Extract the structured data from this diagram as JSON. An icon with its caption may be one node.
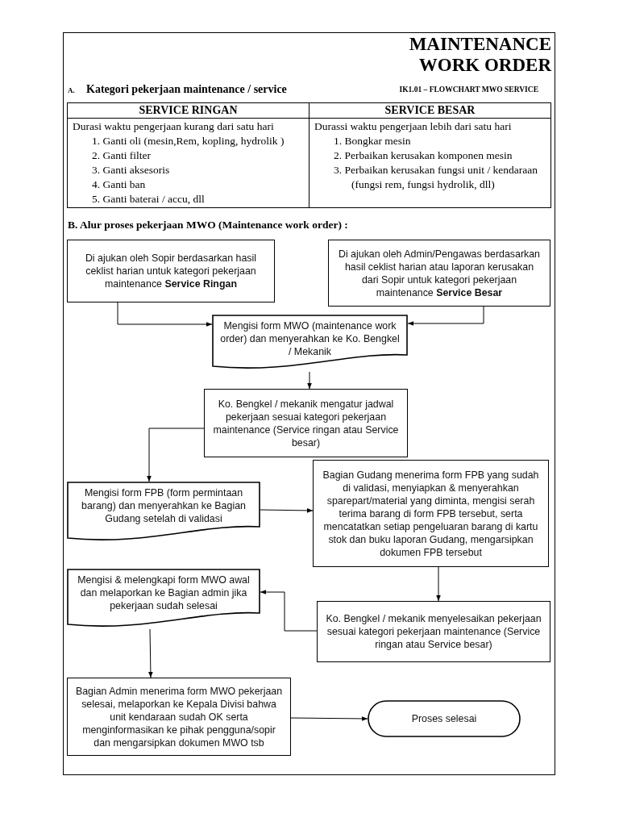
{
  "diagram": {
    "title": "MAINTENANCE WORK ORDER",
    "nodes": [
      {
        "text": [
          "Di ajukan oleh Sopir berdasarkan hasil ceklist harian untuk kategori pekerjaan maintenance **Service Ringan**"
        ]
      },
      {
        "text": [
          "Di ajukan oleh Admin/Pengawas berdasarkan hasil ceklist harian atau laporan kerusakan dari Sopir untuk kategori pekerjaan  maintenance **Service Besar**"
        ]
      },
      {
        "text": [
          "Mengisi form MWO (maintenance work order) dan menyerahkan ke Ko. Bengkel / Mekanik"
        ]
      },
      {
        "text": [
          "Ko. Bengkel / mekanik mengatur jadwal pekerjaan sesuai kategori pekerjaan maintenance (Service ringan atau Service besar)"
        ]
      },
      {
        "text": [
          "Mengisi form FPB (form permintaan barang) dan menyerahkan ke Bagian Gudang setelah di validasi"
        ]
      },
      {
        "text": [
          "Bagian Gudang menerima form FPB yang sudah di validasi, menyiapkan  & menyerahkan sparepart/material yang diminta, mengisi serah terima barang di form FPB tersebut, serta mencatatkan setiap pengeluaran barang di kartu stok dan buku laporan Gudang, mengarsipkan dokumen FPB tersebut"
        ]
      },
      {
        "text": [
          "Mengisi & melengkapi form MWO awal dan melaporkan ke Bagian admin jika pekerjaan sudah selesai"
        ]
      },
      {
        "text": [
          "Ko. Bengkel / mekanik menyelesaikan pekerjaan sesuai kategori pekerjaan maintenance (Service ringan atau Service besar)"
        ]
      },
      {
        "text": [
          "Bagian Admin menerima form MWO pekerjaan selesai, melaporkan ke Kepala Divisi bahwa unit kendaraan sudah OK serta menginformasikan ke pihak pengguna/sopir dan mengarsipkan dokumen MWO tsb"
        ]
      },
      {
        "text": [
          "Proses selesai"
        ]
      }
    ],
    "edges": [
      {
        "from": 0,
        "to": 2,
        "arrow": "to"
      },
      {
        "from": 1,
        "to": 2,
        "arrow": "to"
      },
      {
        "from": 2,
        "to": 3,
        "arrow": "to"
      },
      {
        "from": 3,
        "to": 4,
        "arrow": "to"
      },
      {
        "from": 4,
        "to": 5,
        "arrow": "to"
      },
      {
        "from": 5,
        "to": 7,
        "arrow": "to"
      },
      {
        "from": 7,
        "to": 6,
        "arrow": "to"
      },
      {
        "from": 6,
        "to": 8,
        "arrow": "to"
      },
      {
        "from": 8,
        "to": 9,
        "arrow": "to"
      }
    ],
    "labels": [
      "A.",
      "Kategori pekerjaan maintenance / service",
      "IK1.01 – FLOWCHART MWO SERVICE",
      "SERVICE RINGAN",
      "SERVICE BESAR",
      "Durasi waktu pengerjaan kurang dari satu hari",
      "1. Ganti oli (mesin,Rem, kopling, hydrolik )",
      "2. Ganti filter",
      "3. Ganti aksesoris",
      "4. Ganti ban",
      "5. Ganti baterai / accu, dll",
      "Durassi waktu pengerjaan lebih dari satu hari",
      "1. Bongkar mesin",
      "2. Perbaikan kerusakan komponen mesin",
      "3. Perbaikan kerusakan fungsi unit / kendaraan (fungsi rem, fungsi hydrolik, dll)",
      "B. Alur proses pekerjaan MWO (Maintenance work order) :"
    ]
  }
}
